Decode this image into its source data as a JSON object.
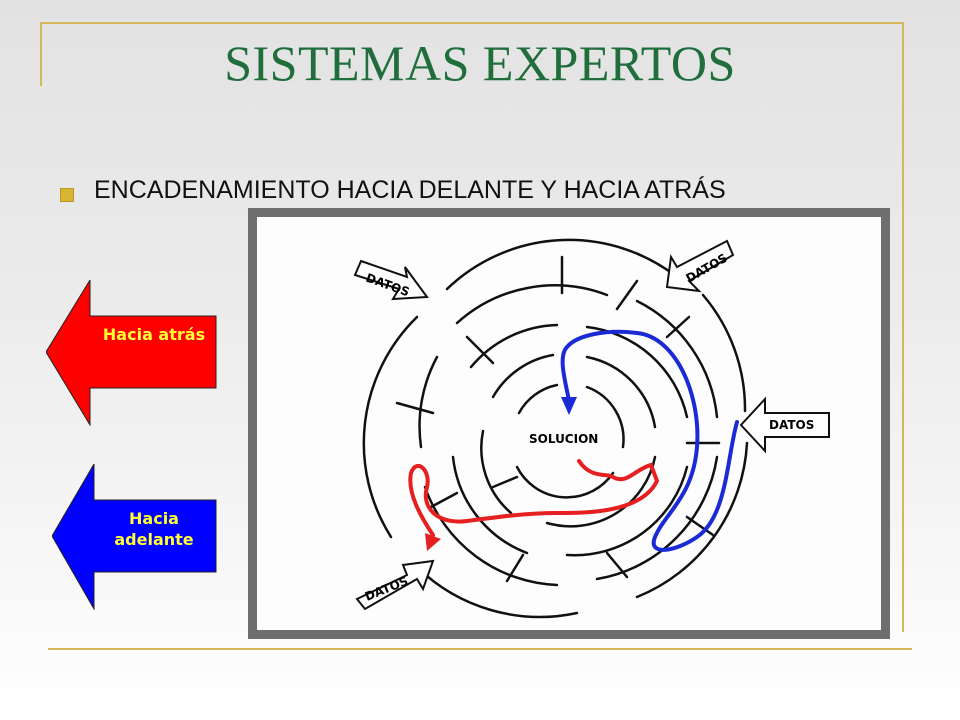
{
  "slide": {
    "title": "SISTEMAS EXPERTOS",
    "bullet": "ENCADENAMIENTO HACIA DELANTE Y HACIA ATRÁS"
  },
  "arrows": {
    "backward": {
      "label": "Hacia atrás",
      "fill": "#ff0000",
      "text_color": "#ffff33"
    },
    "forward": {
      "label": "Hacia adelante",
      "fill": "#0000ff",
      "text_color": "#ffff33"
    }
  },
  "diagram": {
    "center_label": "SOLUCION",
    "input_labels": [
      "DATOS",
      "DATOS",
      "DATOS",
      "DATOS"
    ],
    "path_colors": {
      "backward_path": "#1a2bd6",
      "forward_path": "#e62020"
    }
  },
  "colors": {
    "title": "#1f6e3c",
    "accent_line": "#d4b85a",
    "bullet": "#d8b530"
  }
}
